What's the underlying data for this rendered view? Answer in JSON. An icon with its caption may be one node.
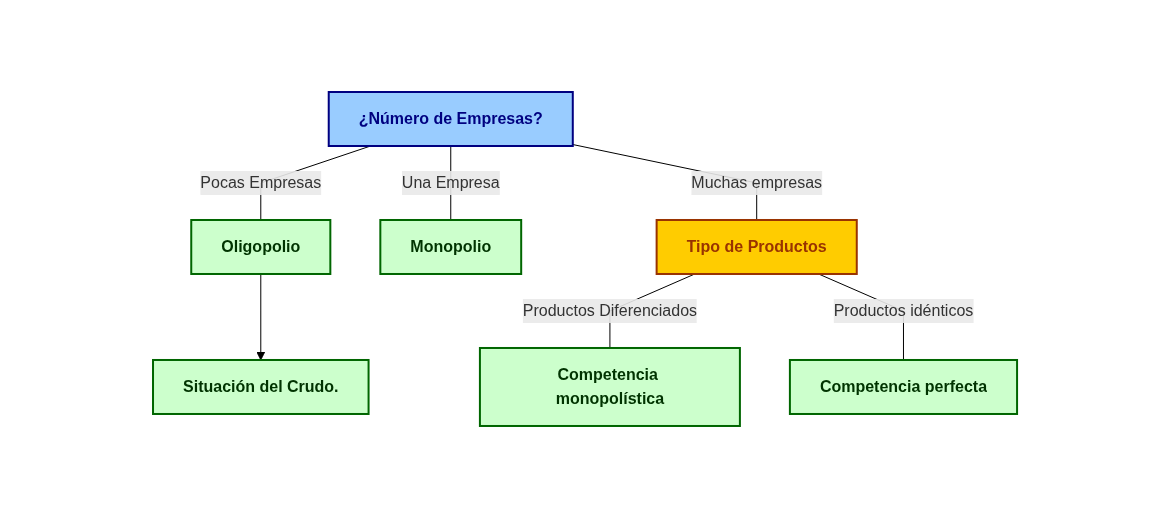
{
  "diagram": {
    "nodes": [
      {
        "text": [
          "¿Número de Empresas?"
        ]
      },
      {
        "text": [
          "Tipo de Productos"
        ]
      },
      {
        "text": [
          "Monopolio"
        ]
      },
      {
        "text": [
          "Oligopolio"
        ]
      },
      {
        "text": [
          "Competencia monopolística"
        ]
      },
      {
        "text": [
          "Competencia perfecta"
        ]
      },
      {
        "text": [
          "Situación del Crudo."
        ]
      }
    ],
    "edges": [
      {
        "from": 0,
        "to": 2,
        "arrow": "none",
        "label": "Una Empresa"
      },
      {
        "from": 0,
        "to": 3,
        "arrow": "none",
        "label": "Pocas Empresas"
      },
      {
        "from": 0,
        "to": 1,
        "arrow": "none",
        "label": "Muchas empresas"
      },
      {
        "from": 1,
        "to": 4,
        "arrow": "none",
        "label": "Productos Diferenciados"
      },
      {
        "from": 1,
        "to": 5,
        "arrow": "none",
        "label": "Productos idénticos"
      },
      {
        "from": 3,
        "to": 6,
        "arrow": "to"
      }
    ]
  }
}
